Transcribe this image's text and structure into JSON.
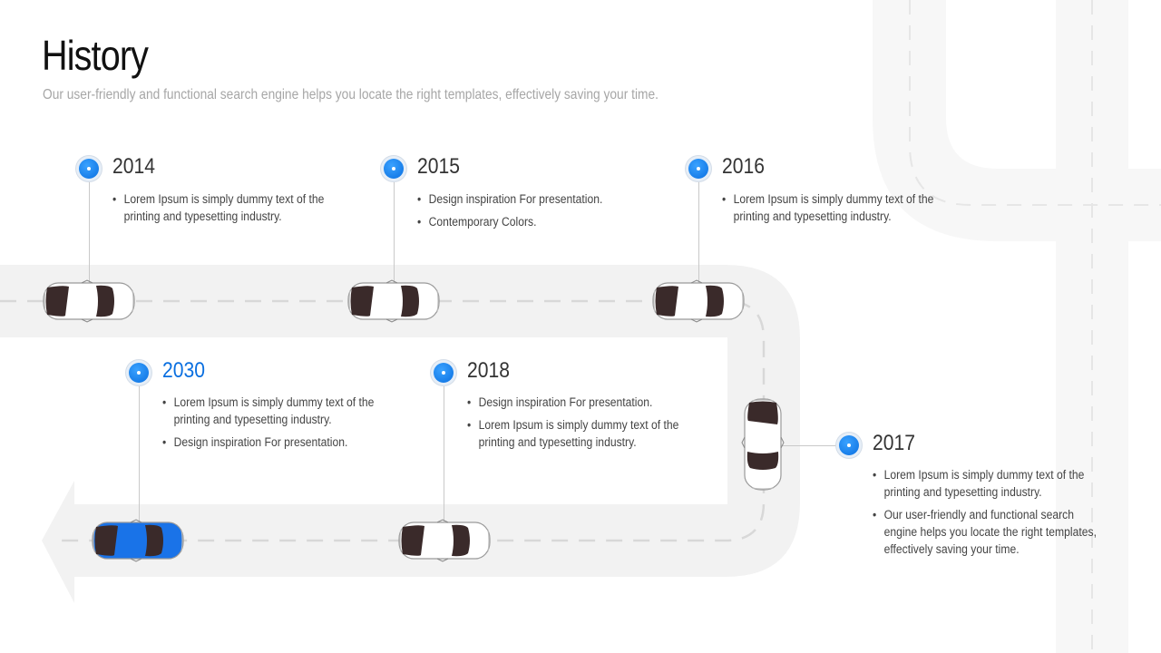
{
  "header": {
    "title": "History",
    "subtitle": "Our user-friendly and functional search engine helps you locate the right templates, effectively saving your time."
  },
  "colors": {
    "accent": "#0a6fe0",
    "road": "#f2f2f2",
    "road_dash": "#d8d8d8",
    "car_white": "#ffffff",
    "car_blue": "#1a73e8"
  },
  "milestones": [
    {
      "year": "2014",
      "points": [
        "Lorem Ipsum is simply dummy text of the printing and typesetting industry."
      ]
    },
    {
      "year": "2015",
      "points": [
        "Design inspiration For presentation.",
        "Contemporary Colors."
      ]
    },
    {
      "year": "2016",
      "points": [
        "Lorem Ipsum is simply dummy text of the printing and typesetting industry."
      ]
    },
    {
      "year": "2017",
      "points": [
        "Lorem Ipsum is simply dummy text of the printing and typesetting industry.",
        "Our user-friendly and functional search engine helps you locate the right templates, effectively saving your time."
      ]
    },
    {
      "year": "2018",
      "points": [
        "Design inspiration For presentation.",
        "Lorem Ipsum is simply dummy text of the printing and typesetting industry."
      ]
    },
    {
      "year": "2030",
      "points": [
        "Lorem Ipsum is simply dummy text of the printing and typesetting industry.",
        "Design inspiration For presentation."
      ]
    }
  ]
}
